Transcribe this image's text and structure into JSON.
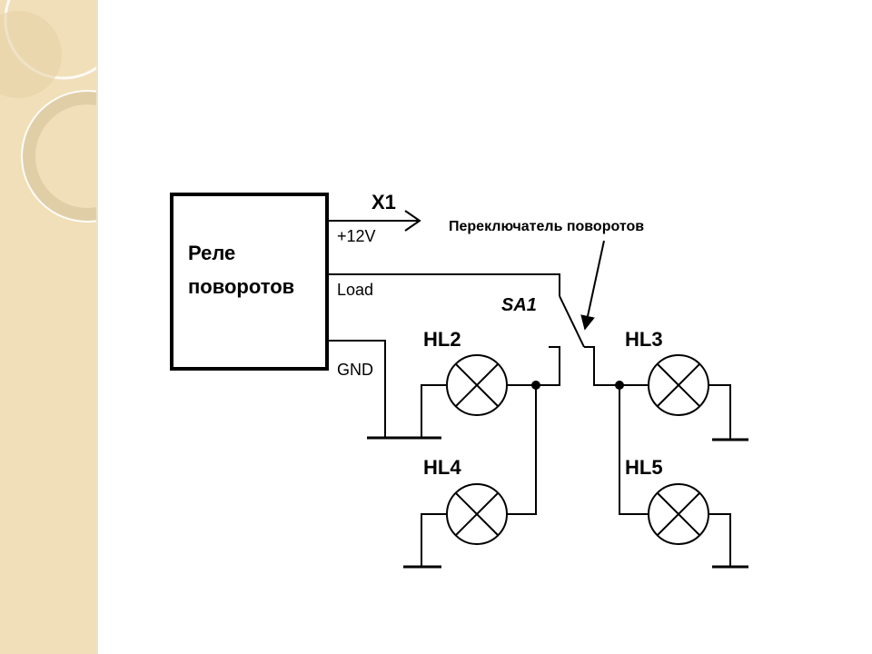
{
  "relay": {
    "title_line1": "Реле",
    "title_line2": "поворотов",
    "pin_12v": "+12V",
    "pin_load": "Load",
    "pin_gnd": "GND"
  },
  "connector": "X1",
  "switch": {
    "name": "SA1",
    "callout": "Переключатель поворотов"
  },
  "lamps": {
    "hl2": "HL2",
    "hl3": "HL3",
    "hl4": "HL4",
    "hl5": "HL5"
  },
  "colors": {
    "sidebar": "#f1dfb9",
    "ink": "#000000"
  }
}
